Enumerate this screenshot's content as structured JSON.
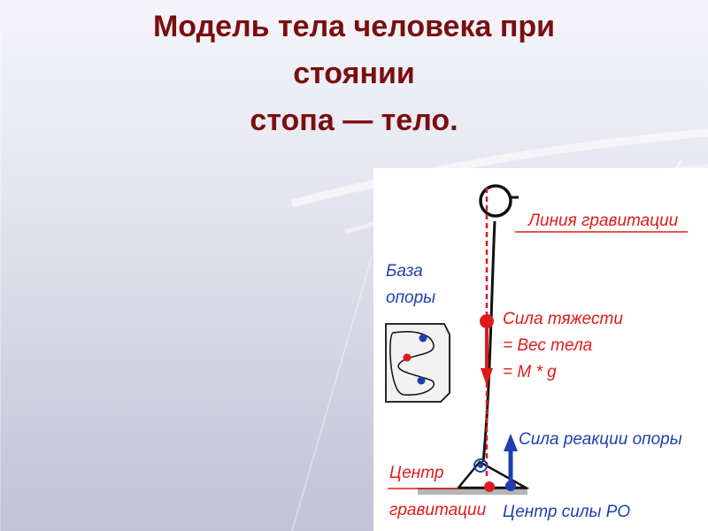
{
  "title": {
    "line1": "Модель тела человека при",
    "line2": "стоянии",
    "line3": "стопа — тело."
  },
  "diagram": {
    "gravity_line_label": "Линия гравитации",
    "support_base_label_1": "База",
    "support_base_label_2": "опоры",
    "gravity_force_label_1": "Сила тяжести",
    "gravity_force_label_2": "= Вес тела",
    "gravity_force_label_3": "= M * g",
    "reaction_force_label": "Сила реакции опоры",
    "center_gravity_label_1": "Центр",
    "center_gravity_label_2": "гравитации",
    "center_reaction_label": "Центр силы РО"
  },
  "colors": {
    "title": "#7a0f0f",
    "red": "#e01a1a",
    "blue": "#1f3fb0",
    "body_line": "#111111"
  }
}
